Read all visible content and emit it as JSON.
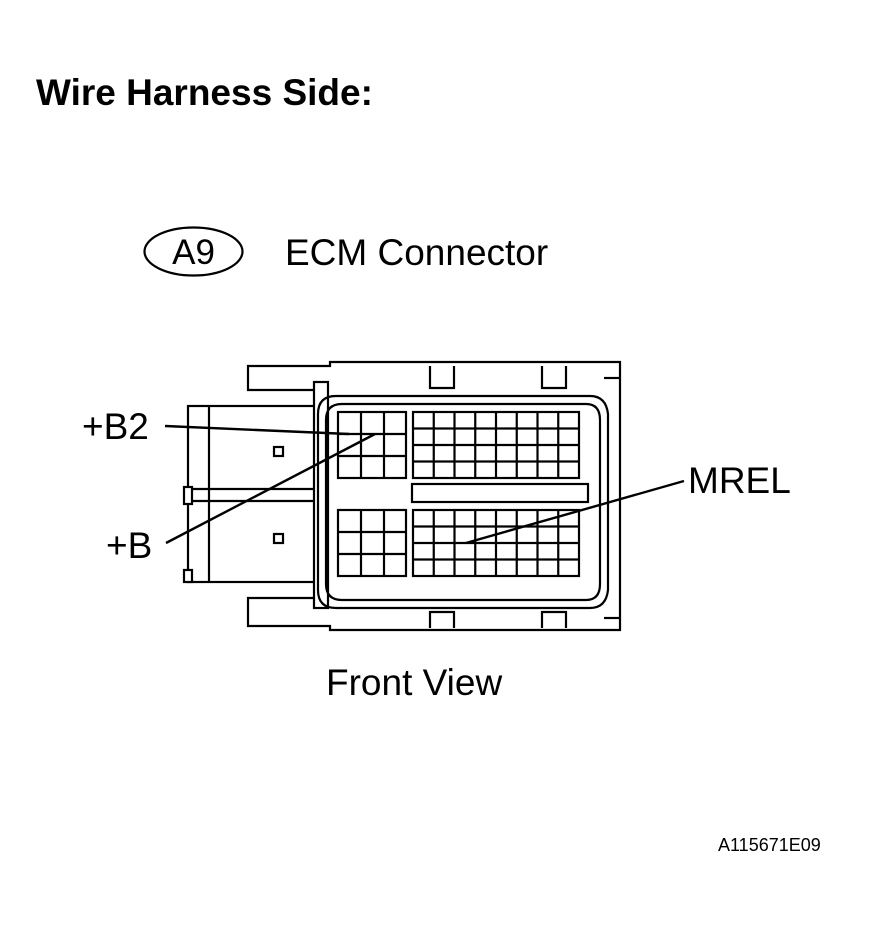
{
  "heading": "Wire Harness Side:",
  "connector": {
    "code": "A9",
    "title": "ECM Connector"
  },
  "view_label": "Front View",
  "pins": [
    {
      "label": "+B2"
    },
    {
      "label": "+B"
    },
    {
      "label": "MREL"
    }
  ],
  "figure_code": "A115671E09"
}
